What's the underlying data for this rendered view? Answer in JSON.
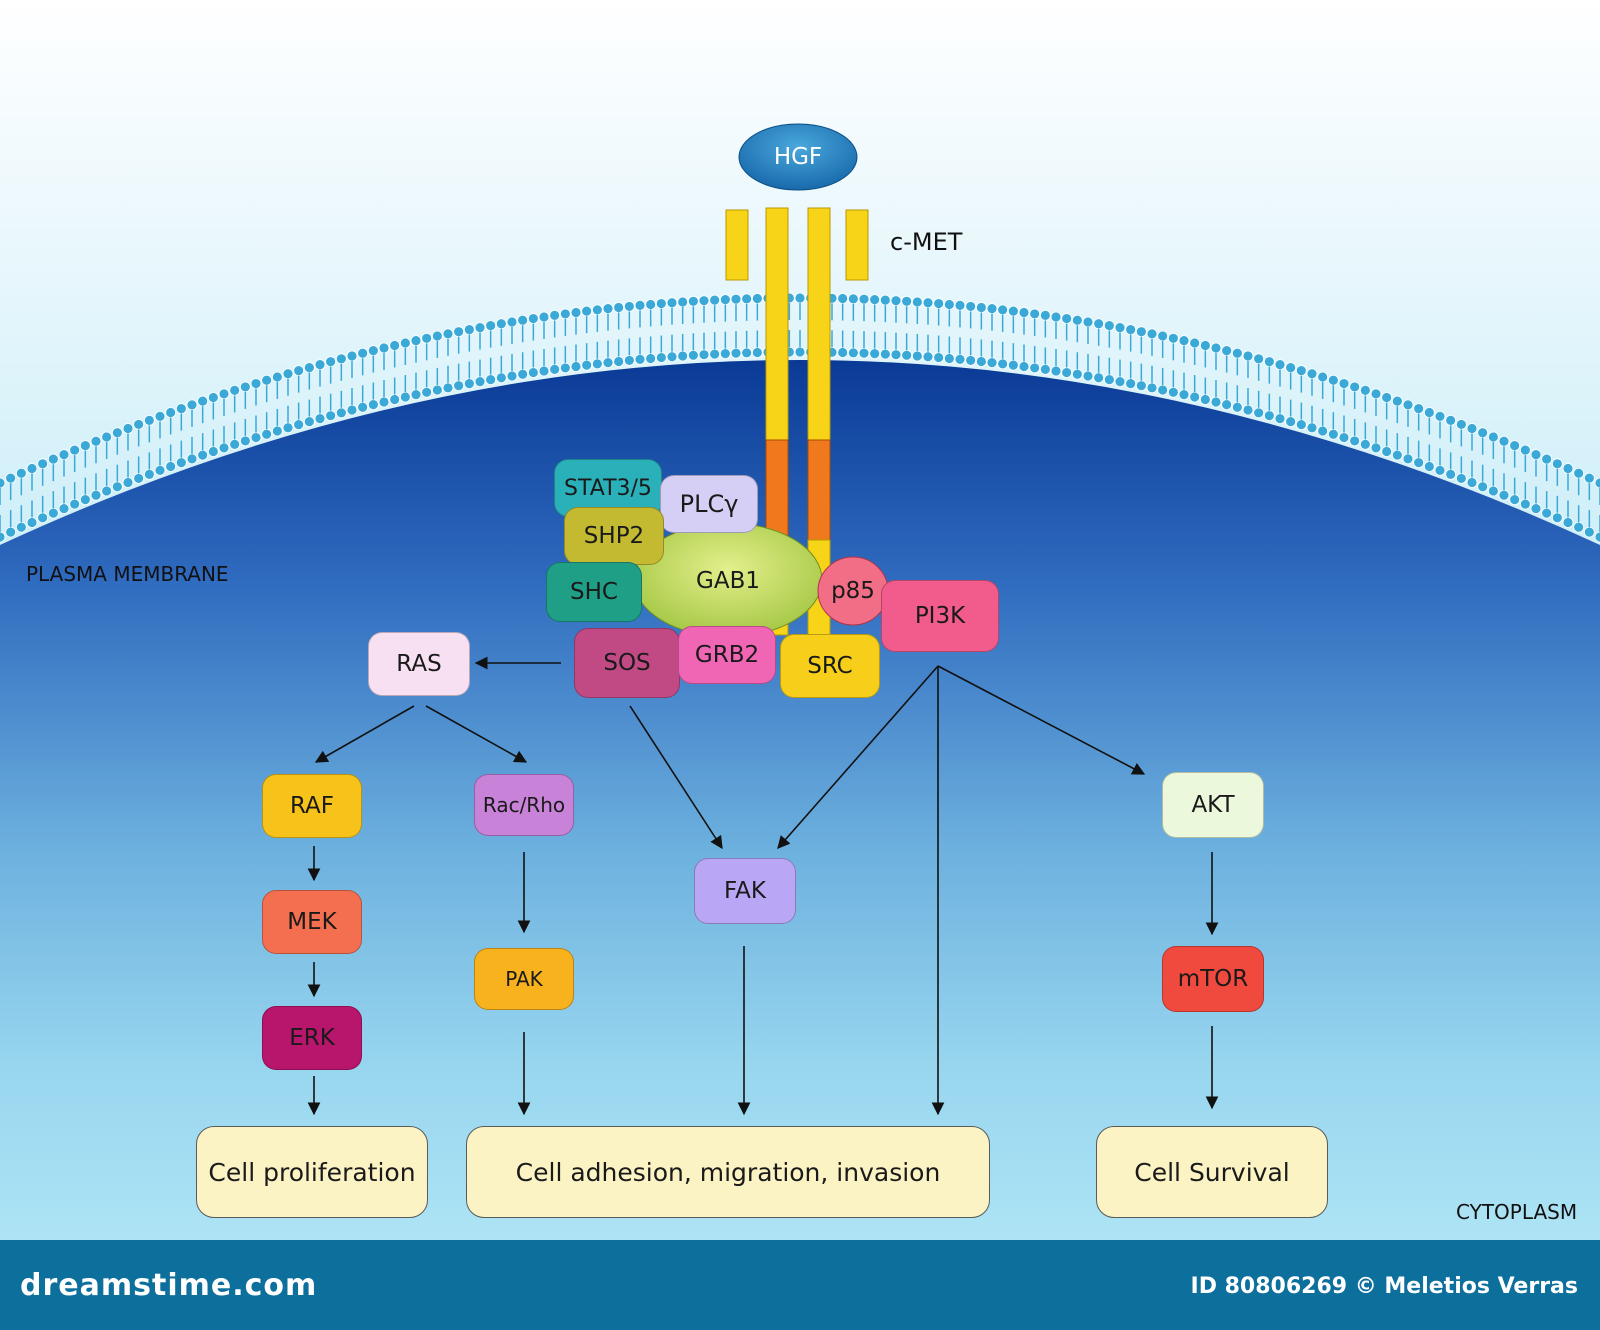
{
  "labels": {
    "receptor": "c-MET",
    "plasma_membrane": "PLASMA MEMBRANE",
    "cytoplasm": "CYTOPLASM"
  },
  "nodes": {
    "hgf": "HGF",
    "stat": "STAT3/5",
    "plcg": "PLCγ",
    "shp2": "SHP2",
    "shc": "SHC",
    "gab1": "GAB1",
    "p85": "p85",
    "pi3k": "PI3K",
    "sos": "SOS",
    "grb2": "GRB2",
    "src": "SRC",
    "ras": "RAS",
    "raf": "RAF",
    "mek": "MEK",
    "erk": "ERK",
    "racrho": "Rac/Rho",
    "pak": "PAK",
    "fak": "FAK",
    "akt": "AKT",
    "mtor": "mTOR"
  },
  "outcomes": {
    "proliferation": "Cell proliferation",
    "adhesion": "Cell adhesion, migration, invasion",
    "survival": "Cell Survival"
  },
  "footer": {
    "brand": "dreamstime.com",
    "credit": "ID 80806269 © Meletios Verras"
  },
  "colors": {
    "membrane": "#3aa9d8",
    "cytoplasm_top": "#0a3a96",
    "receptor_yellow": "#f7d417",
    "receptor_orange": "#f0791e",
    "footer": "#0d6f9c"
  }
}
